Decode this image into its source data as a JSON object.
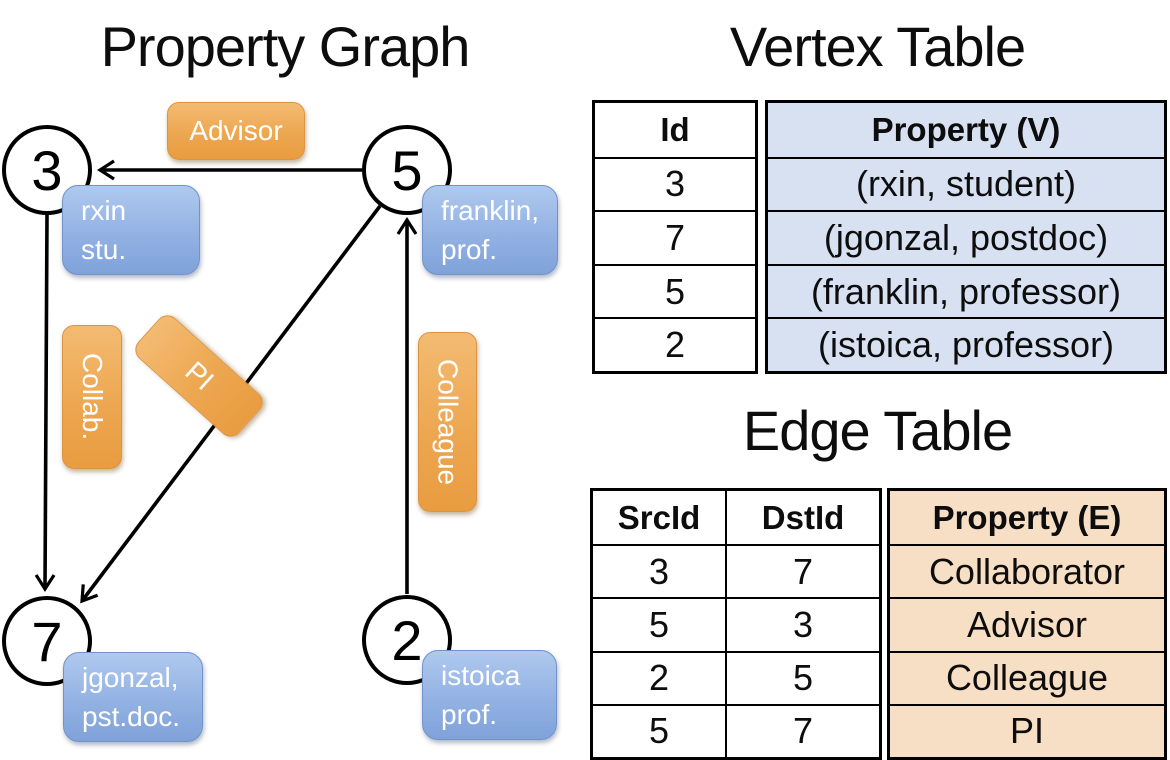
{
  "colors": {
    "edge_label_orange": "#EDA751",
    "vertex_box_blue": "#93B2E3",
    "vertex_table_fill": "#D8E1F2",
    "edge_table_fill": "#F6DFC4",
    "line_black": "#000000"
  },
  "graph": {
    "title": "Property Graph",
    "vertices": [
      {
        "id": "3",
        "property_lines": [
          "rxin",
          "stu."
        ]
      },
      {
        "id": "5",
        "property_lines": [
          "franklin,",
          "prof."
        ]
      },
      {
        "id": "7",
        "property_lines": [
          "jgonzal,",
          "pst.doc."
        ]
      },
      {
        "id": "2",
        "property_lines": [
          "istoica",
          "prof."
        ]
      }
    ],
    "edges": [
      {
        "src": "5",
        "dst": "3",
        "label": "Advisor"
      },
      {
        "src": "3",
        "dst": "7",
        "label": "Collab."
      },
      {
        "src": "5",
        "dst": "7",
        "label": "PI"
      },
      {
        "src": "2",
        "dst": "5",
        "label": "Colleague"
      }
    ]
  },
  "vertex_table": {
    "title": "Vertex Table",
    "columns": [
      "Id",
      "Property (V)"
    ],
    "rows": [
      [
        "3",
        "(rxin, student)"
      ],
      [
        "7",
        "(jgonzal, postdoc)"
      ],
      [
        "5",
        "(franklin, professor)"
      ],
      [
        "2",
        "(istoica, professor)"
      ]
    ]
  },
  "edge_table": {
    "title": "Edge Table",
    "columns": [
      "SrcId",
      "DstId",
      "Property (E)"
    ],
    "rows": [
      [
        "3",
        "7",
        "Collaborator"
      ],
      [
        "5",
        "3",
        "Advisor"
      ],
      [
        "2",
        "5",
        "Colleague"
      ],
      [
        "5",
        "7",
        "PI"
      ]
    ]
  }
}
